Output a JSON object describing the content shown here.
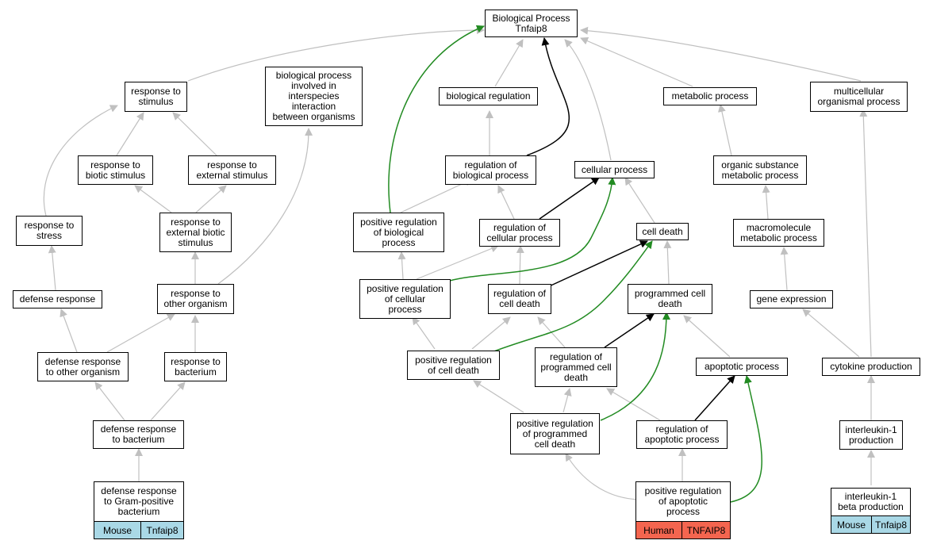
{
  "colors": {
    "edge_default": "#c0c0c0",
    "edge_black": "#000000",
    "edge_green": "#228b22",
    "mouse": "#a9d8e6",
    "human": "#f4654f"
  },
  "nodes": {
    "bp_root": "Biological Process\nTnfaip8",
    "resp_stim": "response to\nstimulus",
    "interspecies": "biological process\ninvolved in\ninterspecies\ninteraction\nbetween organisms",
    "bio_reg": "biological regulation",
    "metabolic": "metabolic process",
    "multicell": "multicellular\norganismal process",
    "resp_biotic": "response to\nbiotic stimulus",
    "resp_ext": "response to\nexternal stimulus",
    "reg_bio": "regulation of\nbiological process",
    "cellular": "cellular process",
    "organic": "organic substance\nmetabolic process",
    "resp_stress": "response to\nstress",
    "resp_ext_biotic": "response to\nexternal biotic\nstimulus",
    "pos_reg_bio": "positive regulation\nof biological\nprocess",
    "reg_cellular": "regulation of\ncellular process",
    "cell_death": "cell death",
    "macromolecule": "macromolecule\nmetabolic process",
    "defense": "defense response",
    "resp_other": "response to\nother organism",
    "pos_reg_cellular": "positive regulation\nof cellular\nprocess",
    "reg_cell_death": "regulation of\ncell death",
    "prog_cell_death": "programmed cell\ndeath",
    "gene_expr": "gene expression",
    "def_other": "defense response\nto other organism",
    "resp_bact": "response to\nbacterium",
    "pos_reg_cell_death": "positive regulation\nof cell death",
    "reg_prog_cd": "regulation of\nprogrammed cell\ndeath",
    "apoptotic": "apoptotic process",
    "cytokine": "cytokine production",
    "def_bact": "defense response\nto bacterium",
    "pos_reg_prog_cd": "positive regulation\nof programmed\ncell death",
    "reg_apop": "regulation of\napoptotic process",
    "il1": "interleukin-1\nproduction"
  },
  "leaves": {
    "def_gram": {
      "label": "defense response\nto Gram-positive\nbacterium",
      "species": "Mouse",
      "gene": "Tnfaip8"
    },
    "pos_reg_apop": {
      "label": "positive regulation\nof apoptotic\nprocess",
      "species": "Human",
      "gene": "TNFAIP8"
    },
    "il1b": {
      "label": "interleukin-1\nbeta production",
      "species": "Mouse",
      "gene": "Tnfaip8"
    }
  }
}
